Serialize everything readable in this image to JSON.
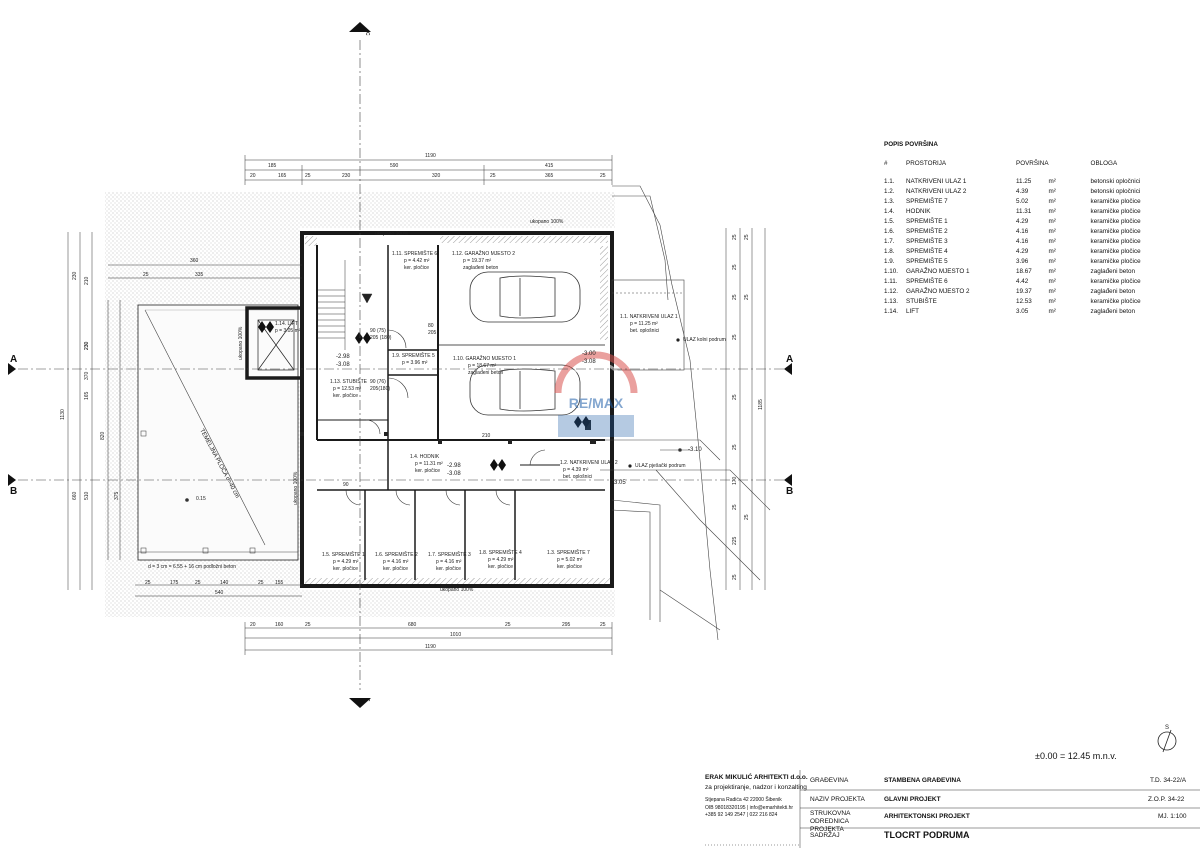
{
  "plan": {
    "section_marks": {
      "c_top": "c",
      "c_bottom": "c",
      "a": "A",
      "b": "B"
    },
    "dims_top": [
      "1190",
      "185",
      "590",
      "415",
      "20",
      "165",
      "25",
      "230",
      "320",
      "25",
      "365",
      "25"
    ],
    "dims_bottom": [
      "20",
      "160",
      "25",
      "680",
      "25",
      "295",
      "25",
      "1010",
      "1190"
    ],
    "dims_left_plate": [
      "360",
      "335",
      "25"
    ],
    "dims_left_plate_bottom": [
      "25",
      "175",
      "25",
      "140",
      "25",
      "155",
      "540"
    ],
    "dims_left_vertical": [
      "1130",
      "230",
      "210",
      "230",
      "370",
      "165",
      "230",
      "660",
      "510",
      "820",
      "375"
    ],
    "dims_right_vertical": [
      "25",
      "25",
      "25",
      "25",
      "25",
      "25",
      "1185",
      "170",
      "25",
      "225",
      "25",
      "25",
      "25",
      "25"
    ],
    "excavation": {
      "top": "ukopano 100%",
      "top_right": "ukopano 100%",
      "bottom": "ukopano 100%",
      "left": "ukopano 100%",
      "left2": "ukopano 100%"
    },
    "foundation": {
      "plate": "TEMELJNA PLOČA d=40 cm",
      "concrete": "d = 3 cm = 6.55 + 16 cm podložni beton",
      "level": "0.15"
    },
    "rooms": [
      {
        "id": "1.14. LIFT",
        "area": "p = 3.05 m²"
      },
      {
        "id": "1.11. SPREMIŠTE 6",
        "area": "p = 4.42 m²",
        "finish": "ker. pločice"
      },
      {
        "id": "1.12. GARAŽNO MJESTO 2",
        "area": "p = 19.37 m²",
        "finish": "zaglađeni beton"
      },
      {
        "id": "1.1. NATKRIVENI ULAZ 1",
        "area": "p = 11.25 m²",
        "finish": "bet. oplošnici"
      },
      {
        "id": "1.9. SPREMIŠTE 5",
        "area": "p = 3.96 m²"
      },
      {
        "id": "1.10. GARAŽNO MJESTO 1",
        "area": "p = 18.67 m²",
        "finish": "zaglađeni beton"
      },
      {
        "id": "1.13. STUBIŠTE",
        "area": "p = 12.53 m²",
        "finish": "ker. pločice"
      },
      {
        "id": "1.4. HODNIK",
        "area": "p = 11.31 m²",
        "finish": "ker. pločice"
      },
      {
        "id": "1.2. NATKRIVENI ULAZ 2",
        "area": "p = 4.39 m²",
        "finish": "bet. oplošnici"
      },
      {
        "id": "1.5. SPREMIŠTE 1",
        "area": "p = 4.29 m²",
        "finish": "ker. pločice"
      },
      {
        "id": "1.6. SPREMIŠTE 2",
        "area": "p = 4.16 m²",
        "finish": "ker. pločice"
      },
      {
        "id": "1.7. SPREMIŠTE 3",
        "area": "p = 4.16 m²",
        "finish": "ker. pločice"
      },
      {
        "id": "1.8. SPREMIŠTE 4",
        "area": "p = 4.29 m²",
        "finish": "ker. pločice"
      },
      {
        "id": "1.3. SPREMIŠTE 7",
        "area": "p = 5.02 m²",
        "finish": "ker. pločice"
      }
    ],
    "levels": [
      "-2.98",
      "-3.08",
      "-3.00",
      "-3.08",
      "-2.98",
      "-3.08",
      "-3.10",
      "-3.05"
    ],
    "entrances": {
      "car": "ULAZ kolni podrum",
      "pedestrian": "ULAZ pješački podrum"
    },
    "door_labels": [
      "90 (75)",
      "205 (180)",
      "90 (76)",
      "205(180)",
      "210",
      "80",
      "205",
      "90"
    ],
    "watermark": "RE/MAX"
  },
  "areas_table": {
    "title": "POPIS POVRŠINA",
    "headers": [
      "#",
      "PROSTORIJA",
      "POVRŠINA",
      "",
      "OBLOGA"
    ],
    "rows": [
      [
        "1.1.",
        "NATKRIVENI ULAZ 1",
        "11.25",
        "m²",
        "betonski opločnici"
      ],
      [
        "1.2.",
        "NATKRIVENI ULAZ 2",
        "4.39",
        "m²",
        "betonski opločnici"
      ],
      [
        "1.3.",
        "SPREMIŠTE 7",
        "5.02",
        "m²",
        "keramičke pločice"
      ],
      [
        "1.4.",
        "HODNIK",
        "11.31",
        "m²",
        "keramičke pločice"
      ],
      [
        "1.5.",
        "SPREMIŠTE 1",
        "4.29",
        "m²",
        "keramičke pločice"
      ],
      [
        "1.6.",
        "SPREMIŠTE 2",
        "4.16",
        "m²",
        "keramičke pločice"
      ],
      [
        "1.7.",
        "SPREMIŠTE 3",
        "4.16",
        "m²",
        "keramičke pločice"
      ],
      [
        "1.8.",
        "SPREMIŠTE 4",
        "4.29",
        "m²",
        "keramičke pločice"
      ],
      [
        "1.9.",
        "SPREMIŠTE 5",
        "3.96",
        "m²",
        "keramičke pločice"
      ],
      [
        "1.10.",
        "GARAŽNO MJESTO 1",
        "18.67",
        "m²",
        "zaglađeni beton"
      ],
      [
        "1.11.",
        "SPREMIŠTE 6",
        "4.42",
        "m²",
        "keramičke pločice"
      ],
      [
        "1.12.",
        "GARAŽNO MJESTO 2",
        "19.37",
        "m²",
        "zaglađeni beton"
      ],
      [
        "1.13.",
        "STUBIŠTE",
        "12.53",
        "m²",
        "keramičke pločice"
      ],
      [
        "1.14.",
        "LIFT",
        "3.05",
        "m²",
        "zaglađeni beton"
      ]
    ]
  },
  "elevation": "±0.00 = 12.45 m.n.v.",
  "north": "S",
  "title_block": {
    "company": "ERAK MIKULIĆ ARHITEKTI d.o.o.",
    "company_sub": "za projektiranje, nadzor i konzalting",
    "address": "Stjepana Radića 42 22000 Šibenik",
    "oib": "OIB 98018320195 | info@emarhitekti.hr",
    "phone": "+385 92 149 2547 | 022 216 824",
    "k1": "GRAĐEVINA",
    "v1": "STAMBENA GRAĐEVINA",
    "r1": "T.D. 34-22/A",
    "k2": "NAZIV PROJEKTA",
    "v2": "GLAVNI PROJEKT",
    "r2": "Z.O.P. 34-22",
    "k3": "STRUKOVNA ODREDNICA PROJEKTA",
    "v3": "ARHITEKTONSKI PROJEKT",
    "r3": "MJ. 1:100",
    "k4": "SADRŽAJ",
    "v4": "TLOCRT PODRUMA"
  },
  "colors": {
    "wall": "#1a1a1a",
    "hatch": "#b8b8b8",
    "watermark": "#d9534f",
    "watermark_blue": "#1f5fa8"
  }
}
